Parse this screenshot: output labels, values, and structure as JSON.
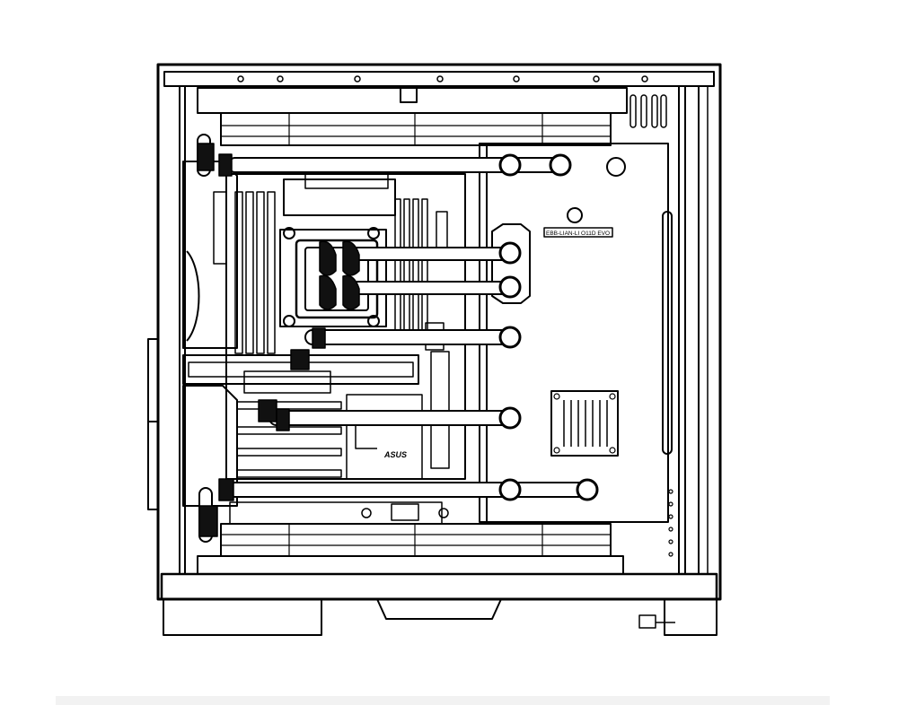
{
  "diagram": {
    "labels": {
      "brand_logo": "ASUS",
      "distro_plate_text": "EBB-LIAN-LI O11D EVO"
    },
    "colors": {
      "line": "#000000",
      "fill": "#ffffff",
      "tube_fill": "#ffffff",
      "fitting_fill": "#111111",
      "footer_strip": "#f2f2f2"
    },
    "parts": [
      "case-frame",
      "top-radiator",
      "bottom-radiator",
      "motherboard",
      "cpu-waterblock",
      "ram-slots",
      "gpu",
      "distribution-plate",
      "pump-heatsink",
      "coolant-tubes",
      "fittings"
    ]
  }
}
